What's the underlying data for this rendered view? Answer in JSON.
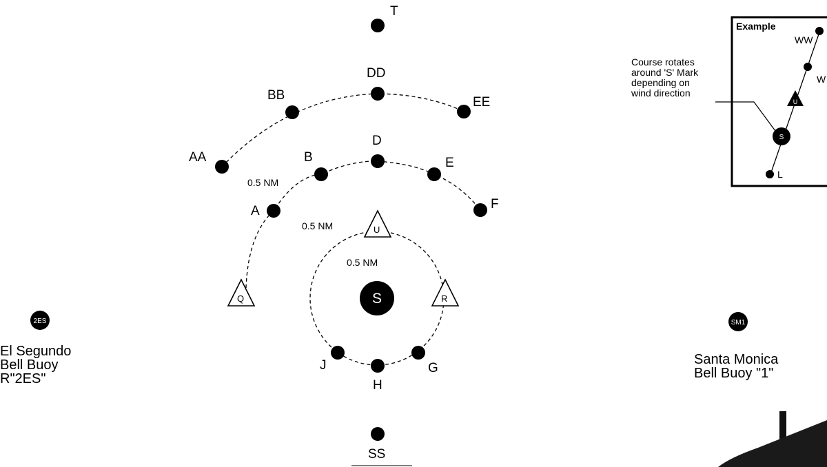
{
  "marks": {
    "T": "T",
    "DD": "DD",
    "BB": "BB",
    "EE": "EE",
    "AA": "AA",
    "D": "D",
    "B": "B",
    "E": "E",
    "A": "A",
    "F": "F",
    "U": "U",
    "Q": "Q",
    "R": "R",
    "S": "S",
    "J": "J",
    "H": "H",
    "G": "G",
    "SS": "SS"
  },
  "distances": {
    "outer": "0.5 NM",
    "middle": "0.5 NM",
    "inner": "0.5 NM"
  },
  "buoys": {
    "el_segundo": {
      "code": "2ES",
      "lines": [
        "El Segundo",
        "Bell Buoy",
        "R\"2ES\""
      ]
    },
    "santa_monica": {
      "code": "SM1",
      "lines": [
        "Santa Monica",
        "Bell Buoy \"1\""
      ]
    }
  },
  "example": {
    "title": "Example",
    "note_lines": [
      "Course rotates",
      "around 'S' Mark",
      "depending on",
      "wind direction"
    ],
    "marks": {
      "WW": "WW",
      "W": "W",
      "U": "U",
      "S": "S",
      "L": "L"
    }
  }
}
